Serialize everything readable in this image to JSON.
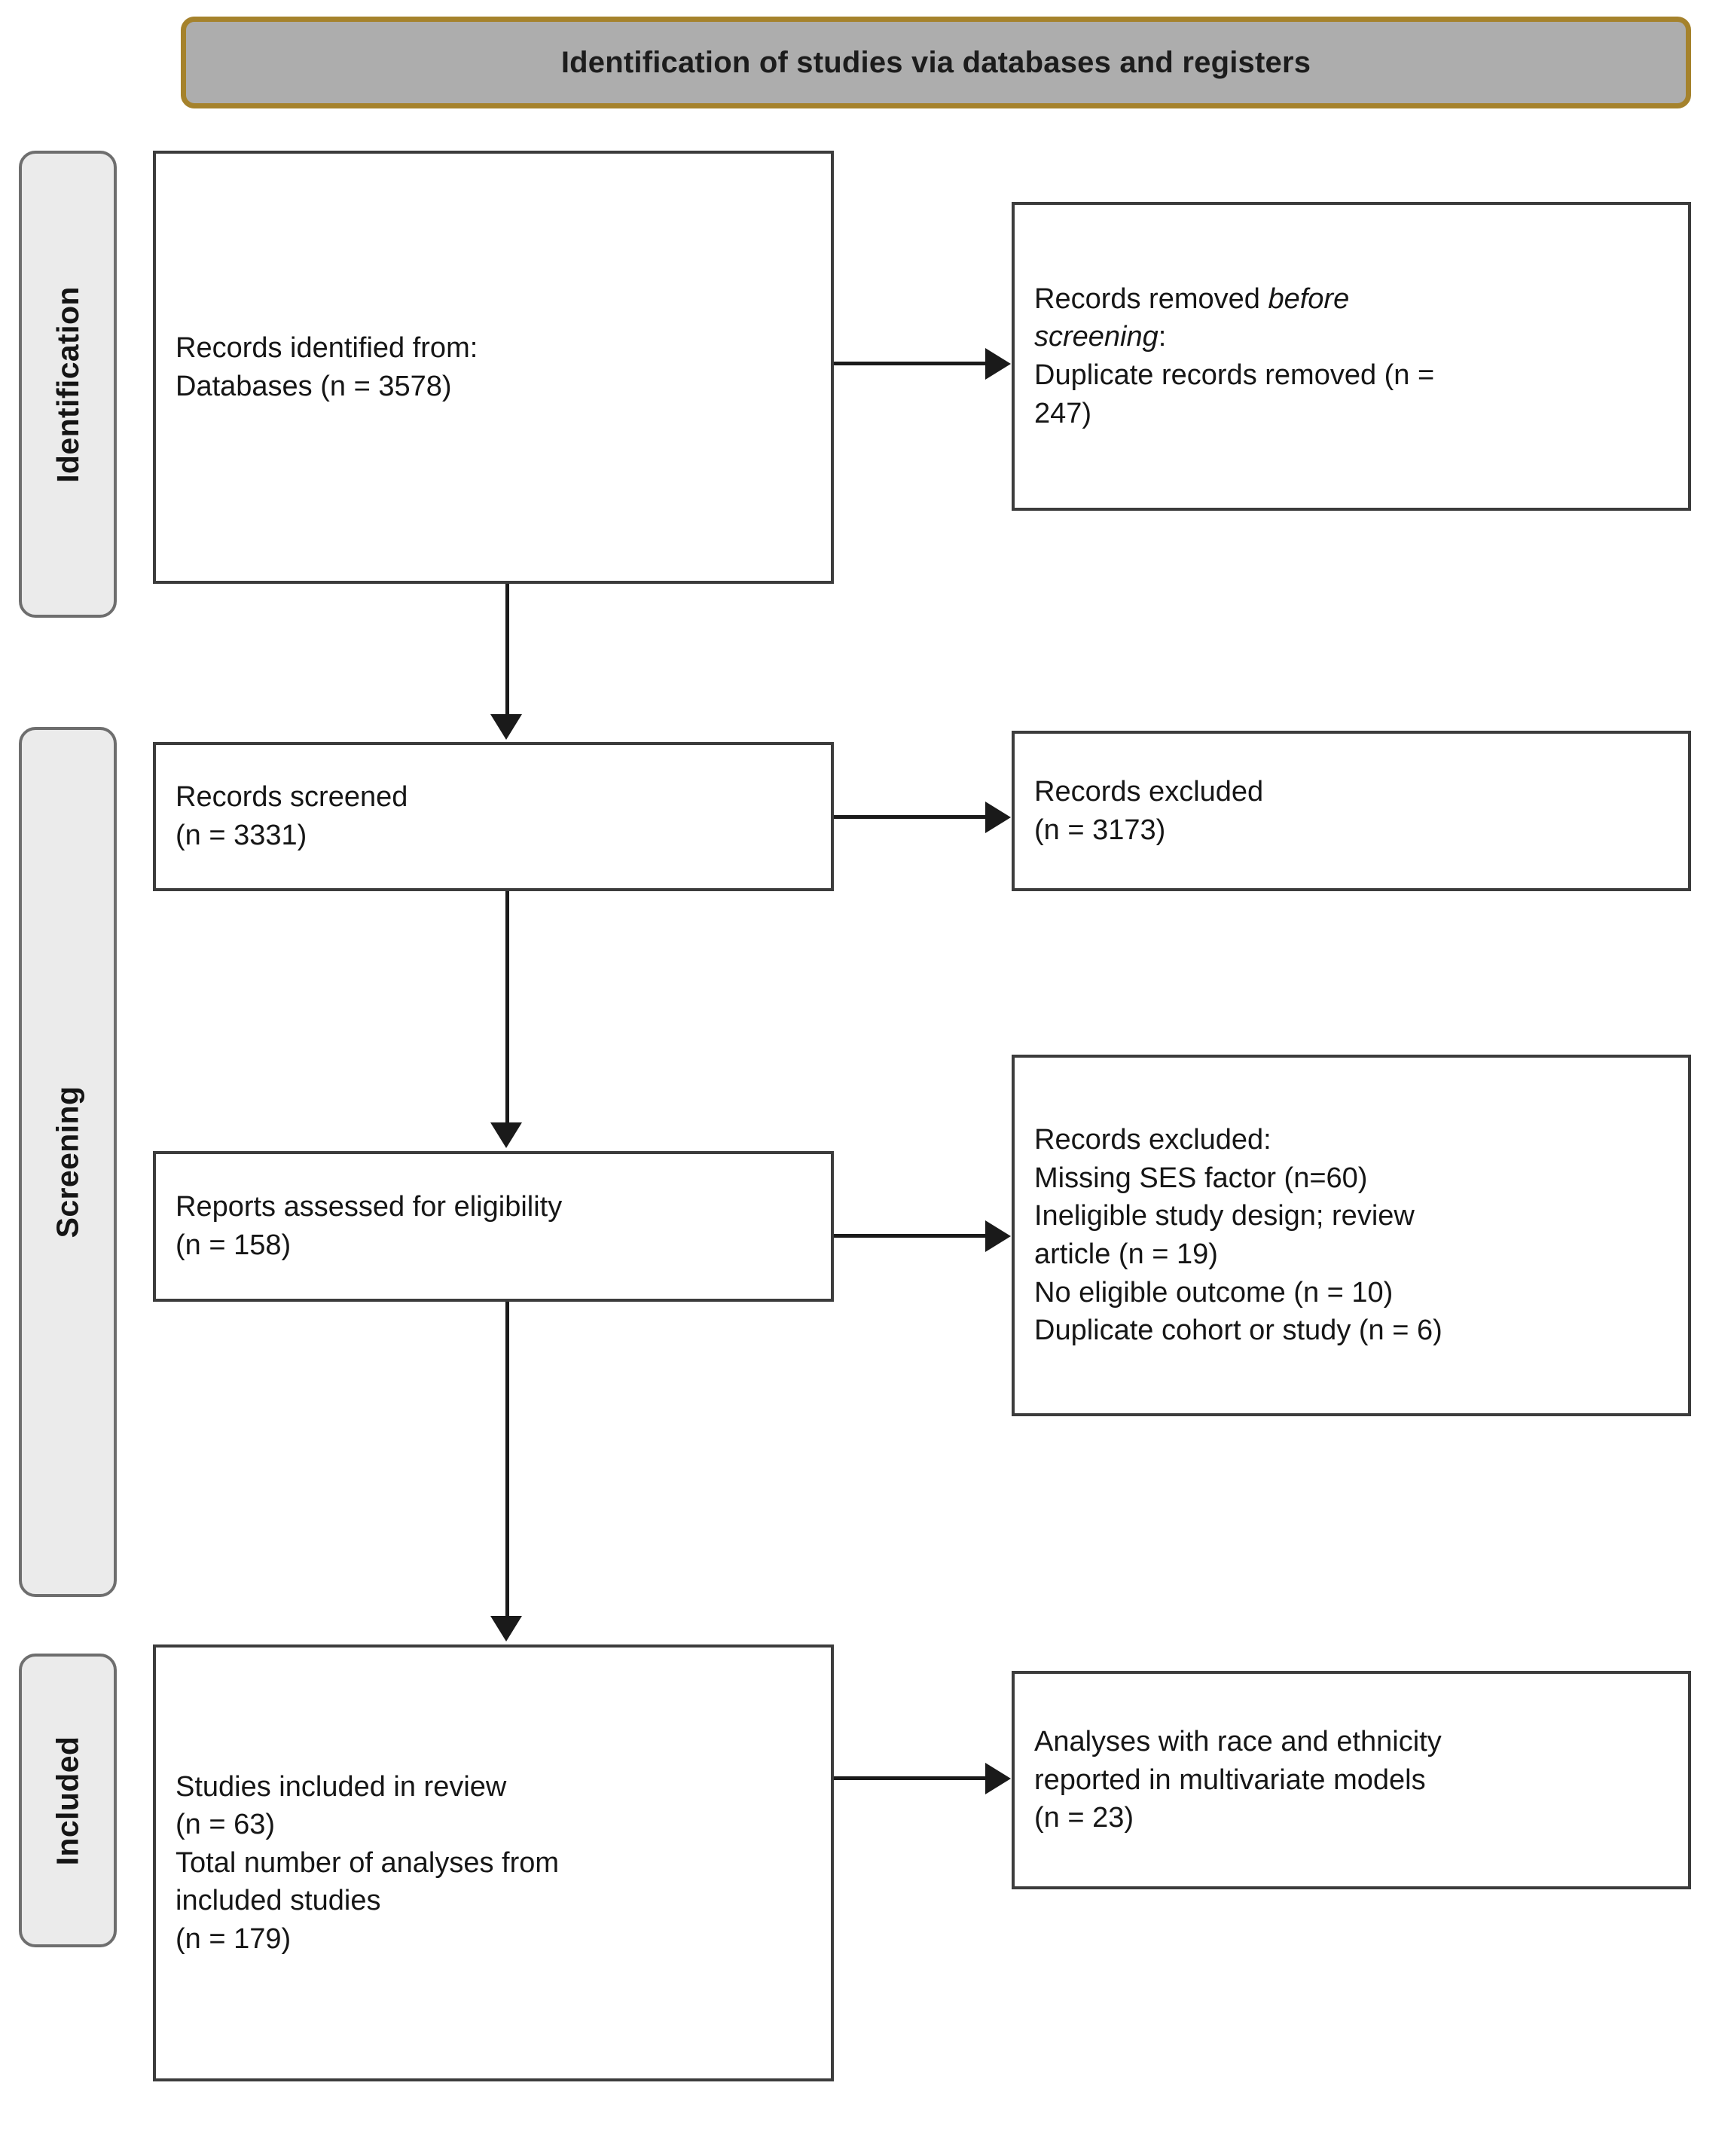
{
  "header": {
    "title": "Identification of studies via databases and registers"
  },
  "stages": [
    {
      "id": "identification",
      "label": "Identification"
    },
    {
      "id": "screening",
      "label": "Screening"
    },
    {
      "id": "included",
      "label": "Included"
    }
  ],
  "boxes": {
    "identified": {
      "line1": "Records identified from:",
      "line2": "Databases (n = 3578)"
    },
    "removed": {
      "line1_pre": "Records removed ",
      "line1_em": "before",
      "line2_em": "screening",
      "line2_post": ":",
      "line3": "Duplicate records removed  (n =",
      "line4": "247)"
    },
    "screened": {
      "line1": "Records screened",
      "line2": "(n = 3331)"
    },
    "excluded_1": {
      "line1": "Records excluded",
      "line2": "(n = 3173)"
    },
    "eligibility": {
      "line1": "Reports assessed for eligibility",
      "line2": "(n = 158)"
    },
    "excluded_2": {
      "line1": "Records excluded:",
      "line2": "Missing SES factor (n=60)",
      "line3": "Ineligible study design; review",
      "line4": "article (n = 19)",
      "line5": "No eligible outcome (n = 10)",
      "line6": "Duplicate cohort or study (n = 6)"
    },
    "included": {
      "line1": "Studies included in review",
      "line2": "(n = 63)",
      "line3": "Total number of analyses from",
      "line4": "included studies",
      "line5": "(n = 179)"
    },
    "analyses": {
      "line1": "Analyses with race and ethnicity",
      "line2": "reported in multivariate models",
      "line3": "(n = 23)"
    }
  },
  "colors": {
    "header_fill": "#adadad",
    "header_border": "#a5822c",
    "stage_fill": "#ebebeb",
    "stage_border": "#6e6e6e",
    "box_border": "#3c3c3c",
    "connector": "#1a1a1a",
    "text": "#161616"
  },
  "counts": {
    "databases_identified": 3578,
    "duplicates_removed": 247,
    "records_screened": 3331,
    "records_excluded_screening": 3173,
    "reports_assessed": 158,
    "excluded_missing_ses": 60,
    "excluded_ineligible_design": 19,
    "excluded_no_outcome": 10,
    "excluded_duplicate_cohort": 6,
    "studies_included": 63,
    "total_analyses": 179,
    "analyses_with_race_ethnicity": 23
  }
}
